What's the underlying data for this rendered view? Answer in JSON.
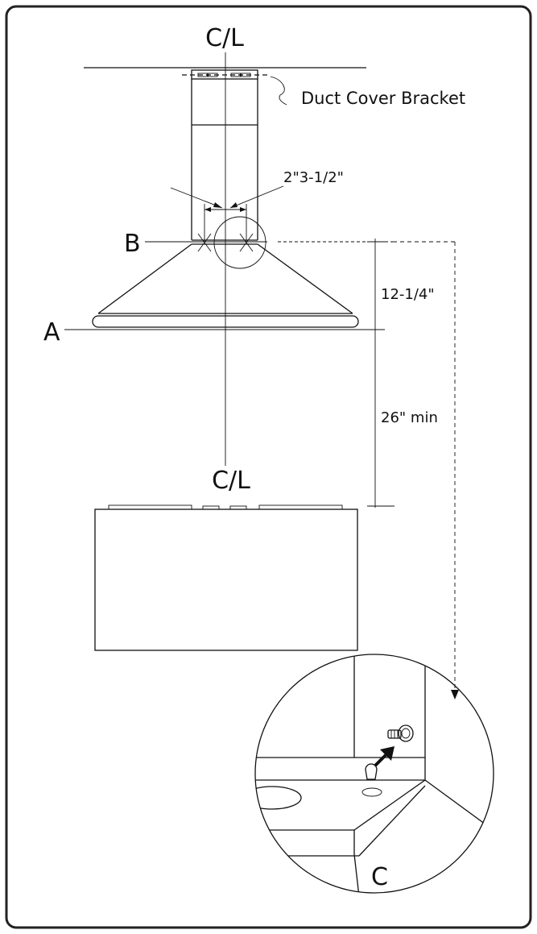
{
  "labels": {
    "centerline_top": "C/L",
    "centerline_bottom": "C/L",
    "duct_cover_bracket": "Duct Cover Bracket",
    "spacing": "2\"3-1/2\"",
    "point_b": "B",
    "point_a": "A",
    "dim_hood_height": "12-1/4\"",
    "dim_min_clearance": "26\"  min",
    "detail_c": "C"
  },
  "colors": {
    "line": "#111111",
    "frame": "#222222",
    "background": "#ffffff"
  },
  "icons": {
    "mounting_screw": "screw-icon",
    "direction_arrow": "arrow-icon"
  }
}
